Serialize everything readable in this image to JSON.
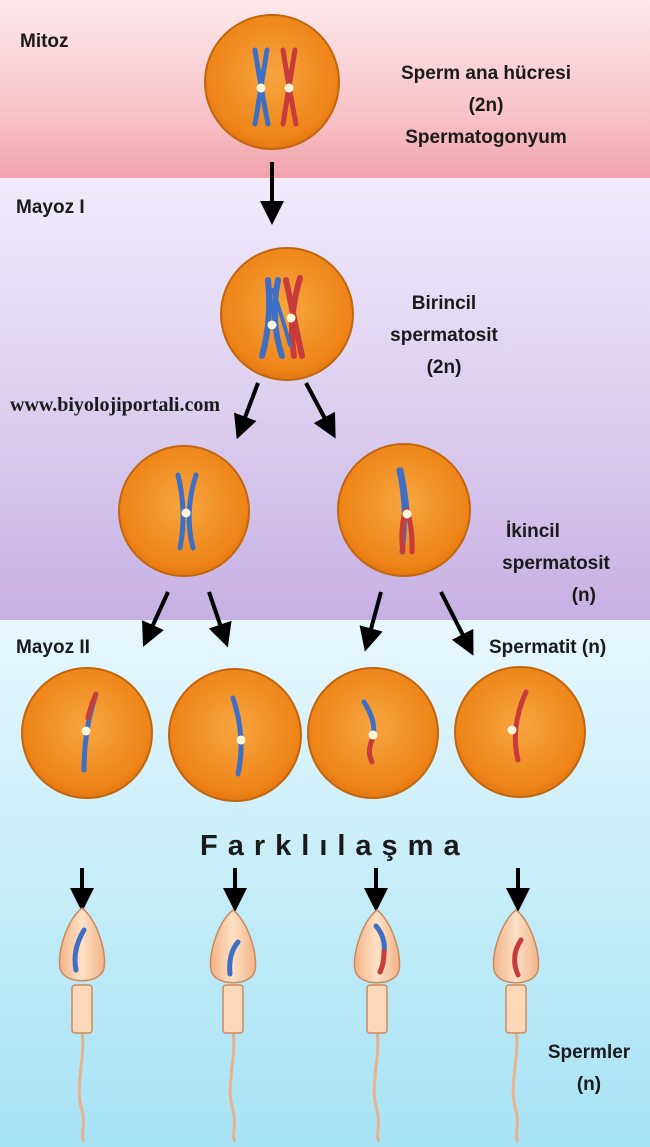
{
  "stages": {
    "mitoz": "Mitoz",
    "mayoz1": "Mayoz  I",
    "mayoz2": "Mayoz  II"
  },
  "cells": {
    "sperm_ana_hucresi": [
      "Sperm ana hücresi",
      "(2n)",
      "Spermatogonyum"
    ],
    "birincil_spermatosit": [
      "Birincil",
      "spermatosit",
      "(2n)"
    ],
    "ikincil_spermatosit": [
      "İkincil",
      "spermatosit",
      "(n)"
    ],
    "spermatit": "Spermatit (n)",
    "spermler": [
      "Spermler",
      "(n)"
    ]
  },
  "process_label": "Farklılaşma",
  "watermark": "www.biyolojiportali.com",
  "colors": {
    "cell_fill": "#f28a1e",
    "cell_edge": "#b85a10",
    "chromosome_blue": "#3f6fc4",
    "chromosome_red": "#c93a3a",
    "centromere": "#fff6dc",
    "sperm_head": "#f7c9a2",
    "arrow": "#000000"
  }
}
